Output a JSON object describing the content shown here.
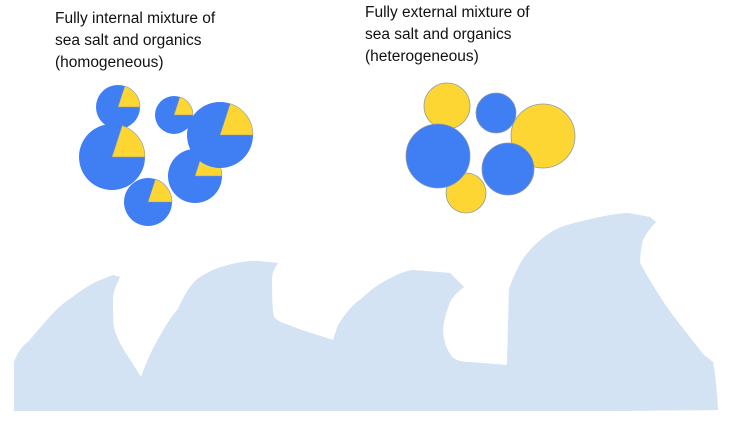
{
  "captions": {
    "internal": {
      "lines": [
        "Fully internal mixture of",
        "sea salt and organics",
        "(homogeneous)"
      ]
    },
    "external": {
      "lines": [
        "Fully external mixture of",
        "sea salt and organics",
        "(heterogeneous)"
      ]
    }
  },
  "legend_colors": {
    "sea_salt": "#3f7ef3",
    "organics": "#fdd634",
    "ice_fill": "#d3e3f4",
    "ice_outline": "#4f7fbe",
    "particle_outline": "#8a9aa8"
  }
}
